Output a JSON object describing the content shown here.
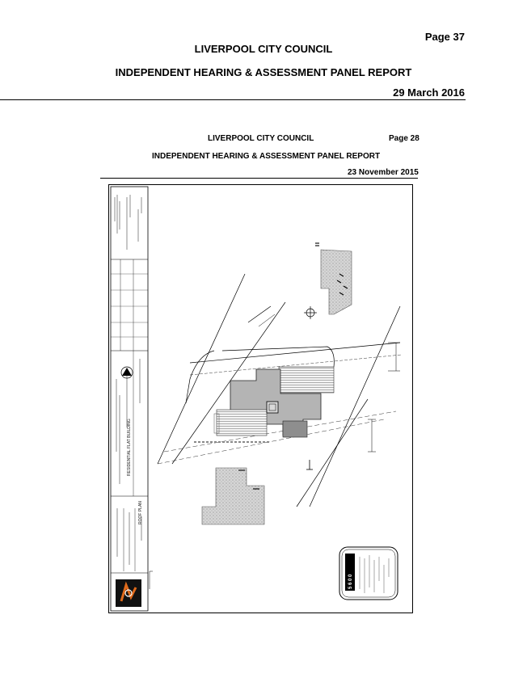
{
  "header": {
    "page_number": "Page 37",
    "council": "LIVERPOOL CITY COUNCIL",
    "report_title": "INDEPENDENT HEARING & ASSESSMENT PANEL REPORT",
    "date": "29 March 2016"
  },
  "inner_page": {
    "council": "LIVERPOOL CITY COUNCIL",
    "page_number": "Page 28",
    "report_title": "INDEPENDENT HEARING & ASSESSMENT PANEL REPORT",
    "date": "23 November 2015"
  },
  "drawing": {
    "title_block_project": "RESIDENTIAL FLAT BUILDING",
    "title_block_sheet": "ROOF PLAN",
    "stamp_number": "5 6 0 0"
  }
}
